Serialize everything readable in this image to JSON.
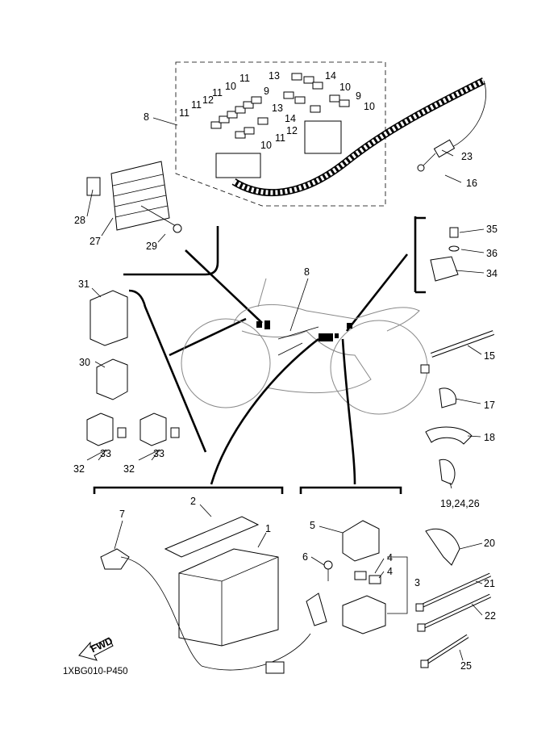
{
  "diagram_code": "1XBG010-P450",
  "fwd_label": "FWD",
  "callouts": {
    "c13a": "13",
    "c14a": "14",
    "c10a": "10",
    "c9a": "9",
    "c9b": "9",
    "c10b": "10",
    "c11a": "11",
    "c11b": "11",
    "c10c": "10",
    "c12a": "12",
    "c11c": "11",
    "c11d": "11",
    "c13b": "13",
    "c14b": "14",
    "c12b": "12",
    "c11e": "11",
    "c10d": "10",
    "c8a": "8",
    "c23": "23",
    "c16": "16",
    "c28": "28",
    "c27": "27",
    "c29": "29",
    "c35": "35",
    "c36": "36",
    "c34": "34",
    "c8b": "8",
    "c31": "31",
    "c30": "30",
    "c33a": "33",
    "c33b": "33",
    "c32a": "32",
    "c32b": "32",
    "c15": "15",
    "c17": "17",
    "c18": "18",
    "c192426": "19,24,26",
    "c2": "2",
    "c1": "1",
    "c7": "7",
    "c5": "5",
    "c6": "6",
    "c4a": "4",
    "c4b": "4",
    "c3": "3",
    "c20": "20",
    "c21": "21",
    "c22": "22",
    "c25": "25"
  }
}
